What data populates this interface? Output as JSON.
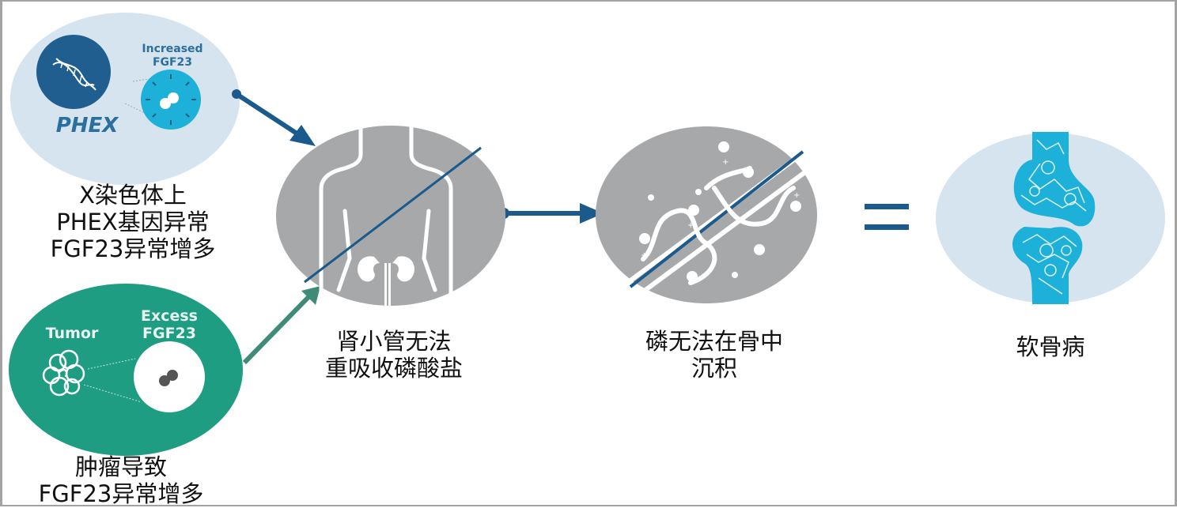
{
  "diagram": {
    "title": "",
    "colors": {
      "light_blue_bg": "#d5e4ef",
      "dark_blue": "#1b5a8c",
      "cyan": "#1db0d8",
      "teal": "#1f9d82",
      "teal_arrow": "#3f8a78",
      "gray": "#a7a8aa",
      "black_text": "#111111"
    },
    "nodes": [
      {
        "id": "phex",
        "icon_labels": {
          "gene": "PHEX",
          "fgf23": "Increased\nFGF23",
          "fgf23_line1": "Increased",
          "fgf23_line2": "FGF23"
        },
        "caption_lines": [
          "X染色体上",
          "PHEX基因异常",
          "FGF23异常增多"
        ]
      },
      {
        "id": "tumor",
        "icon_labels": {
          "tumor": "Tumor",
          "fgf23_line1": "Excess",
          "fgf23_line2": "FGF23"
        },
        "caption_lines": [
          "肿瘤导致",
          "FGF23异常增多"
        ]
      },
      {
        "id": "kidney",
        "caption_lines": [
          "肾小管无法",
          "重吸收磷酸盐"
        ]
      },
      {
        "id": "bone_deposit",
        "caption_lines": [
          "磷无法在骨中",
          "沉积"
        ]
      },
      {
        "id": "osteomalacia",
        "caption_lines": [
          "软骨病"
        ]
      }
    ],
    "operators": {
      "equals": "="
    },
    "edges": [
      {
        "from": "phex",
        "to": "kidney",
        "color": "dark_blue"
      },
      {
        "from": "tumor",
        "to": "kidney",
        "color": "teal_arrow"
      },
      {
        "from": "kidney",
        "to": "bone_deposit",
        "color": "dark_blue"
      }
    ]
  }
}
